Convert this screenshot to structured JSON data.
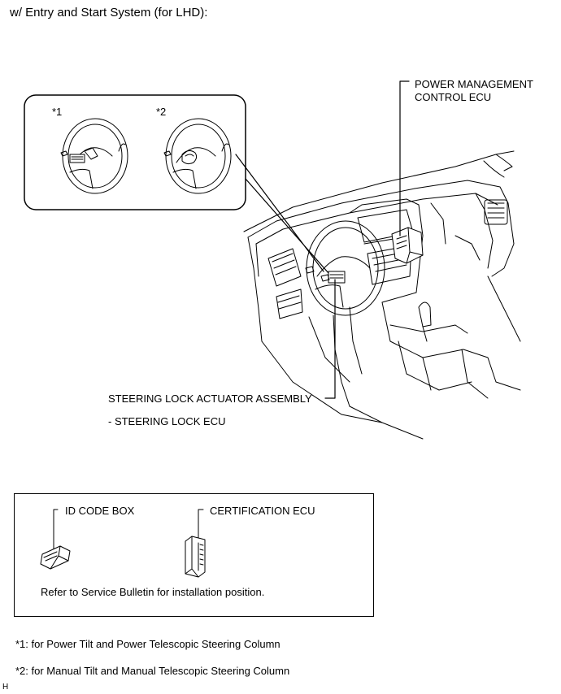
{
  "title": "w/ Entry and Start System (for LHD):",
  "inset": {
    "label_1": "*1",
    "label_2": "*2"
  },
  "callouts": {
    "power_management_line1": "POWER MANAGEMENT",
    "power_management_line2": "CONTROL ECU",
    "steering_lock_assembly": "STEERING LOCK ACTUATOR ASSEMBLY",
    "steering_lock_ecu": "- STEERING LOCK ECU"
  },
  "lower_box": {
    "id_code_box": "ID CODE BOX",
    "certification_ecu": "CERTIFICATION ECU",
    "note": "Refer to Service Bulletin for installation position."
  },
  "footnotes": {
    "note_1": "*1: for Power Tilt and Power Telescopic Steering Column",
    "note_2": "*2: for Manual Tilt and Manual Telescopic Steering Column"
  },
  "corner_mark": "H"
}
